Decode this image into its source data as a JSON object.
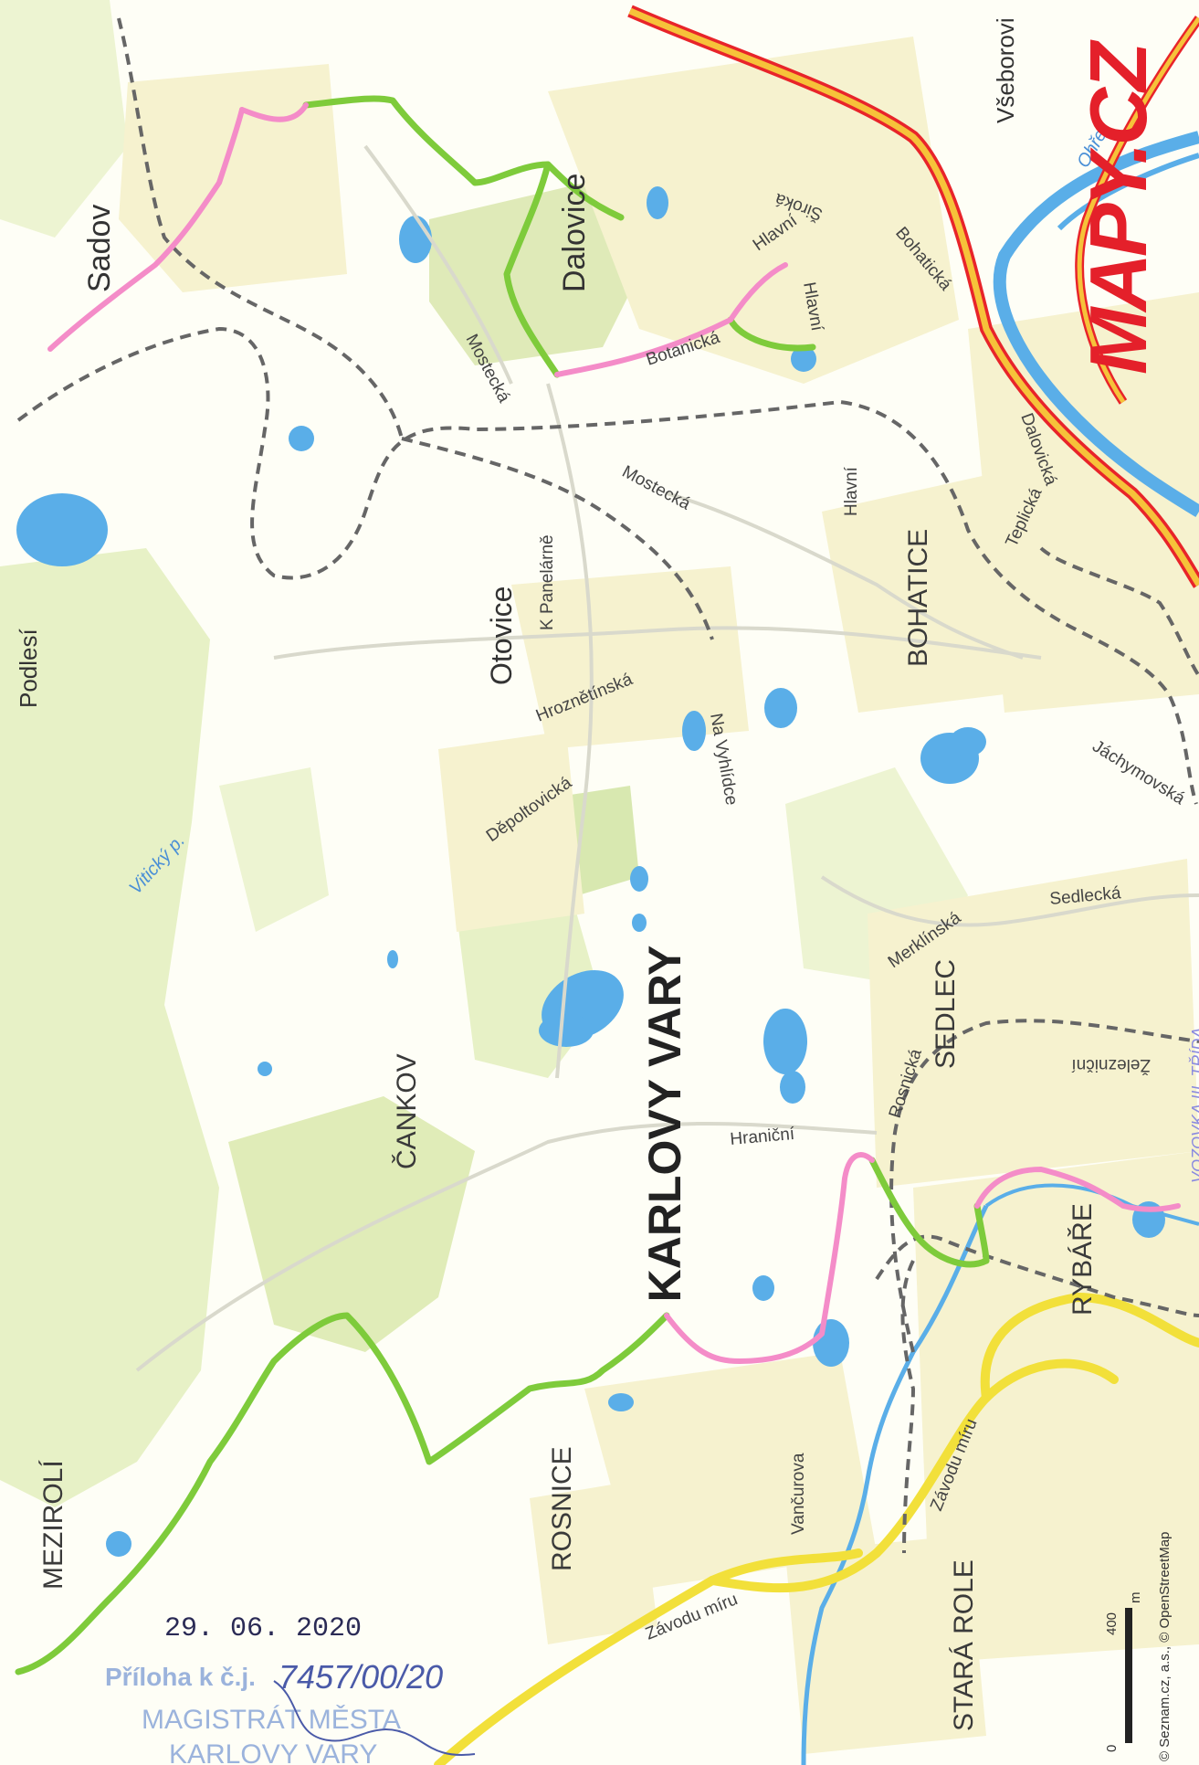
{
  "map": {
    "brand": "MAPY.CZ",
    "attribution": "© Seznam.cz, a.s., © OpenStreetMap",
    "scale": {
      "zero": "0",
      "value": "400",
      "unit": "m"
    },
    "colors": {
      "background": "#fefef6",
      "green_area": "#e6f0c4",
      "urban": "#f5f3d3",
      "water": "#5aaee8",
      "highway": "#e8242a",
      "highway_fill": "#f6c23a",
      "main_road": "#f2e03a",
      "trail_green": "#7ecb3b",
      "trail_pink": "#f48cc8",
      "rail": "#666666",
      "brand_red": "#e4202a"
    }
  },
  "places": {
    "karlovy_vary": "KARLOVY VARY",
    "dalovice": "Dalovice",
    "sadov": "Sadov",
    "otovice": "Otovice",
    "bohatice": "BOHATICE",
    "sedlec": "SEDLEC",
    "cankov": "ČANKOV",
    "rosnice": "ROSNICE",
    "meziroli": "MEZIROLÍ",
    "stara_role": "STARÁ ROLE",
    "rybare": "RYBÁŘE",
    "podlesi": "Podlesí",
    "vseborovice": "Všeborovi"
  },
  "streets": {
    "mostecka1": "Mostecká",
    "mostecka2": "Mostecká",
    "botanicka": "Botanická",
    "hlavni1": "Hlavní",
    "hlavni2": "Hlavní",
    "hlavni3": "Hlavní",
    "siroka": "Široká",
    "bohaticka": "Bohatická",
    "k_panelarne": "K Panelárně",
    "hroznetinska": "Hroznětínská",
    "na_vyhlidce": "Na Vyhlídce",
    "depoltovicka": "Děpoltovická",
    "vitikcy_p": "Vitický p.",
    "hranicni": "Hraniční",
    "rosnicka": "Rosnická",
    "merklinska": "Merklínská",
    "sedlecka": "Sedlecká",
    "jachymovska": "Jáchymovská",
    "zeleznicni": "Železniční",
    "dalovicka": "Dalovická",
    "teplicka": "Teplická",
    "zavodu_miru1": "Závodu míru",
    "zavodu_miru2": "Závodu míru",
    "vancurova": "Vančurova",
    "ohre": "Ohře",
    "vozovka": "VOZOVKA  III. TŘÍDA"
  },
  "stamp": {
    "date": "29. 06. 2020",
    "prefix": "Příloha k č.j.",
    "number": "7457/00/20",
    "line1": "MAGISTRÁT MĚSTA",
    "line2": "KARLOVY VARY"
  }
}
